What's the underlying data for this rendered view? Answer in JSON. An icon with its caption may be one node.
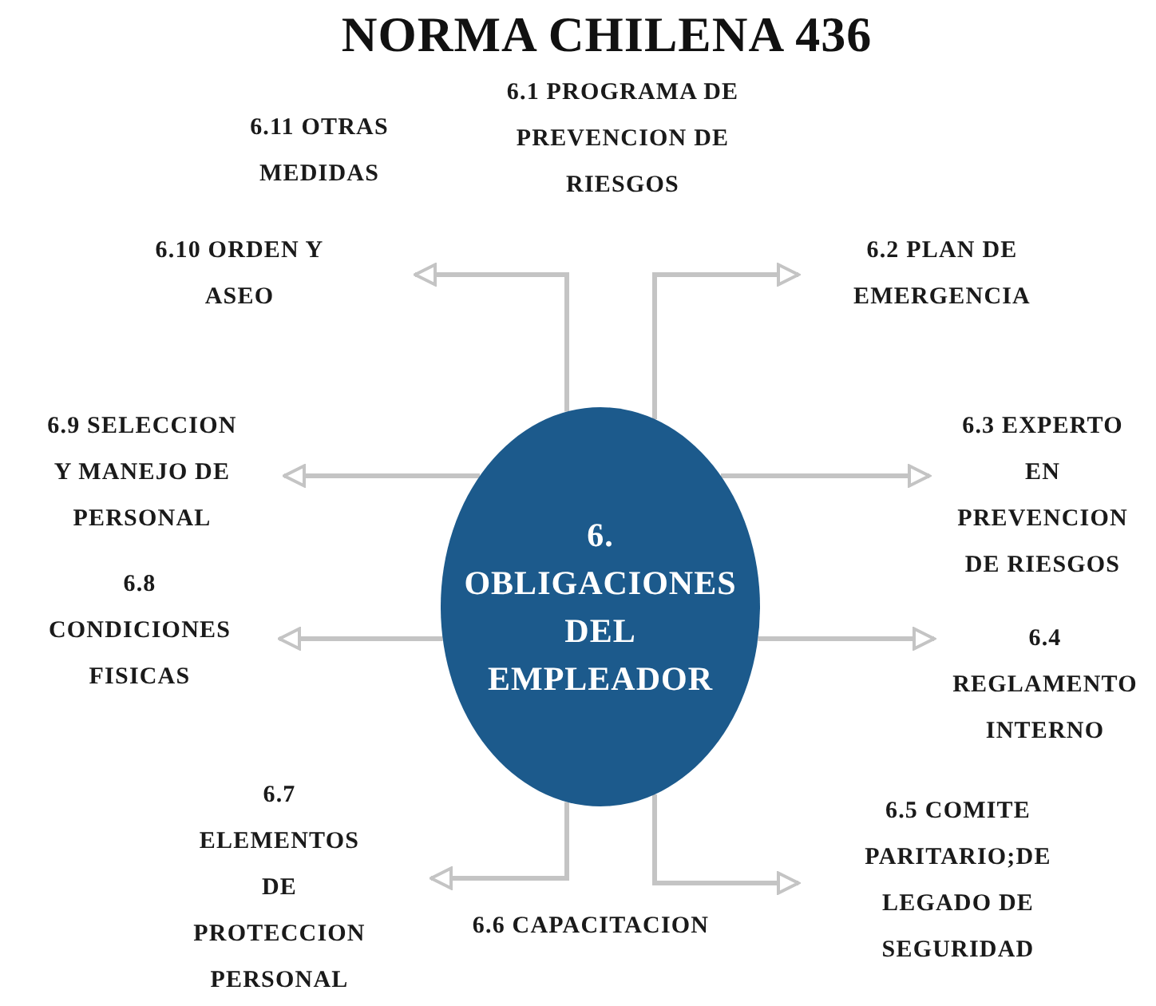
{
  "diagram": {
    "title": "NORMA CHILENA 436",
    "nodes": [
      {
        "text": [
          "6. OBLIGACIONES DEL EMPLEADOR"
        ]
      },
      {
        "text": [
          "6.10 ORDEN Y ASEO"
        ]
      },
      {
        "text": [
          "6.2 PLAN DE EMERGENCIA"
        ]
      },
      {
        "text": [
          "6.9 SELECCION Y MANEJO DE PERSONAL"
        ]
      },
      {
        "text": [
          "6.3 EXPERTO EN PREVENCION DE RIESGOS"
        ]
      },
      {
        "text": [
          "6.8 CONDICIONES FISICAS"
        ]
      },
      {
        "text": [
          "6.4 REGLAMENTO INTERNO"
        ]
      },
      {
        "text": [
          "6.7 ELEMENTOS DE PROTECCION PERSONAL"
        ]
      },
      {
        "text": [
          "6.5 COMITE PARITARIO;DE LEGADO DE SEGURIDAD"
        ]
      }
    ],
    "edges": [
      {
        "from": 0,
        "to": 1,
        "arrow": "to"
      },
      {
        "from": 0,
        "to": 2,
        "arrow": "to"
      },
      {
        "from": 0,
        "to": 3,
        "arrow": "to"
      },
      {
        "from": 0,
        "to": 4,
        "arrow": "to"
      },
      {
        "from": 0,
        "to": 5,
        "arrow": "to"
      },
      {
        "from": 0,
        "to": 6,
        "arrow": "to"
      },
      {
        "from": 0,
        "to": 7,
        "arrow": "to"
      },
      {
        "from": 0,
        "to": 8,
        "arrow": "to"
      }
    ],
    "labels": [
      "6.11 OTRAS MEDIDAS",
      "6.1 PROGRAMA DE PREVENCION DE RIESGOS",
      "6.6 CAPACITACION"
    ]
  }
}
